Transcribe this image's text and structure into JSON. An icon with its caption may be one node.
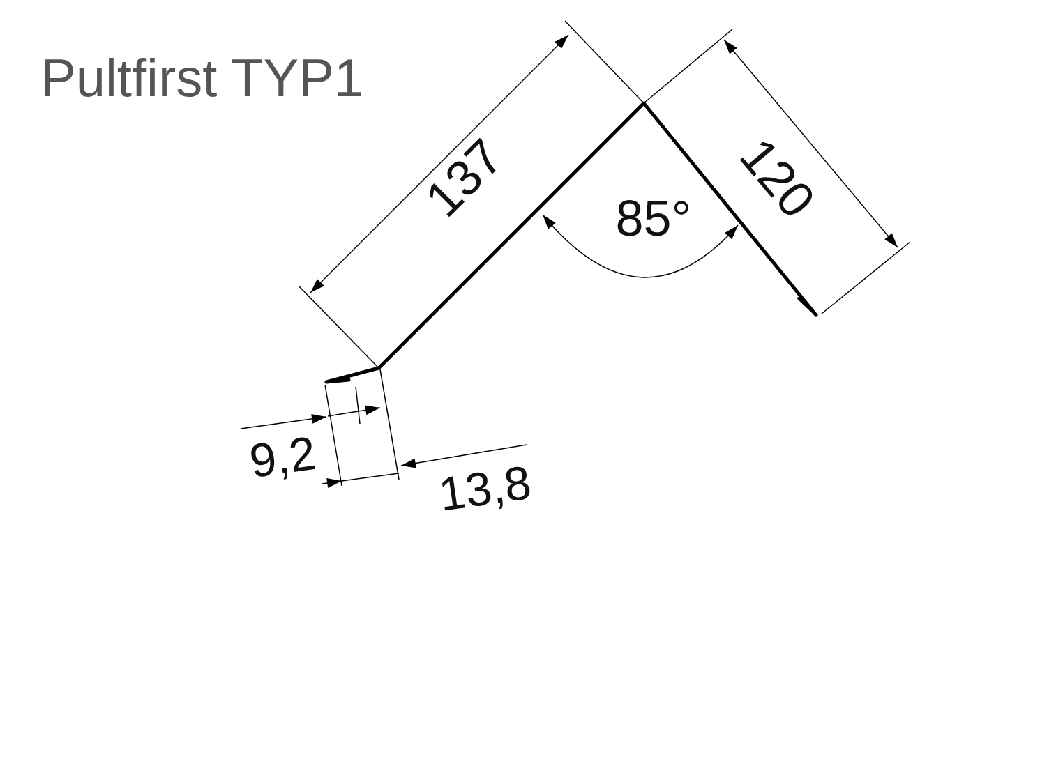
{
  "diagram": {
    "title": "Pultfirst TYP1",
    "labels": [
      "137",
      "120",
      "85°",
      "9,2",
      "13,8"
    ]
  }
}
